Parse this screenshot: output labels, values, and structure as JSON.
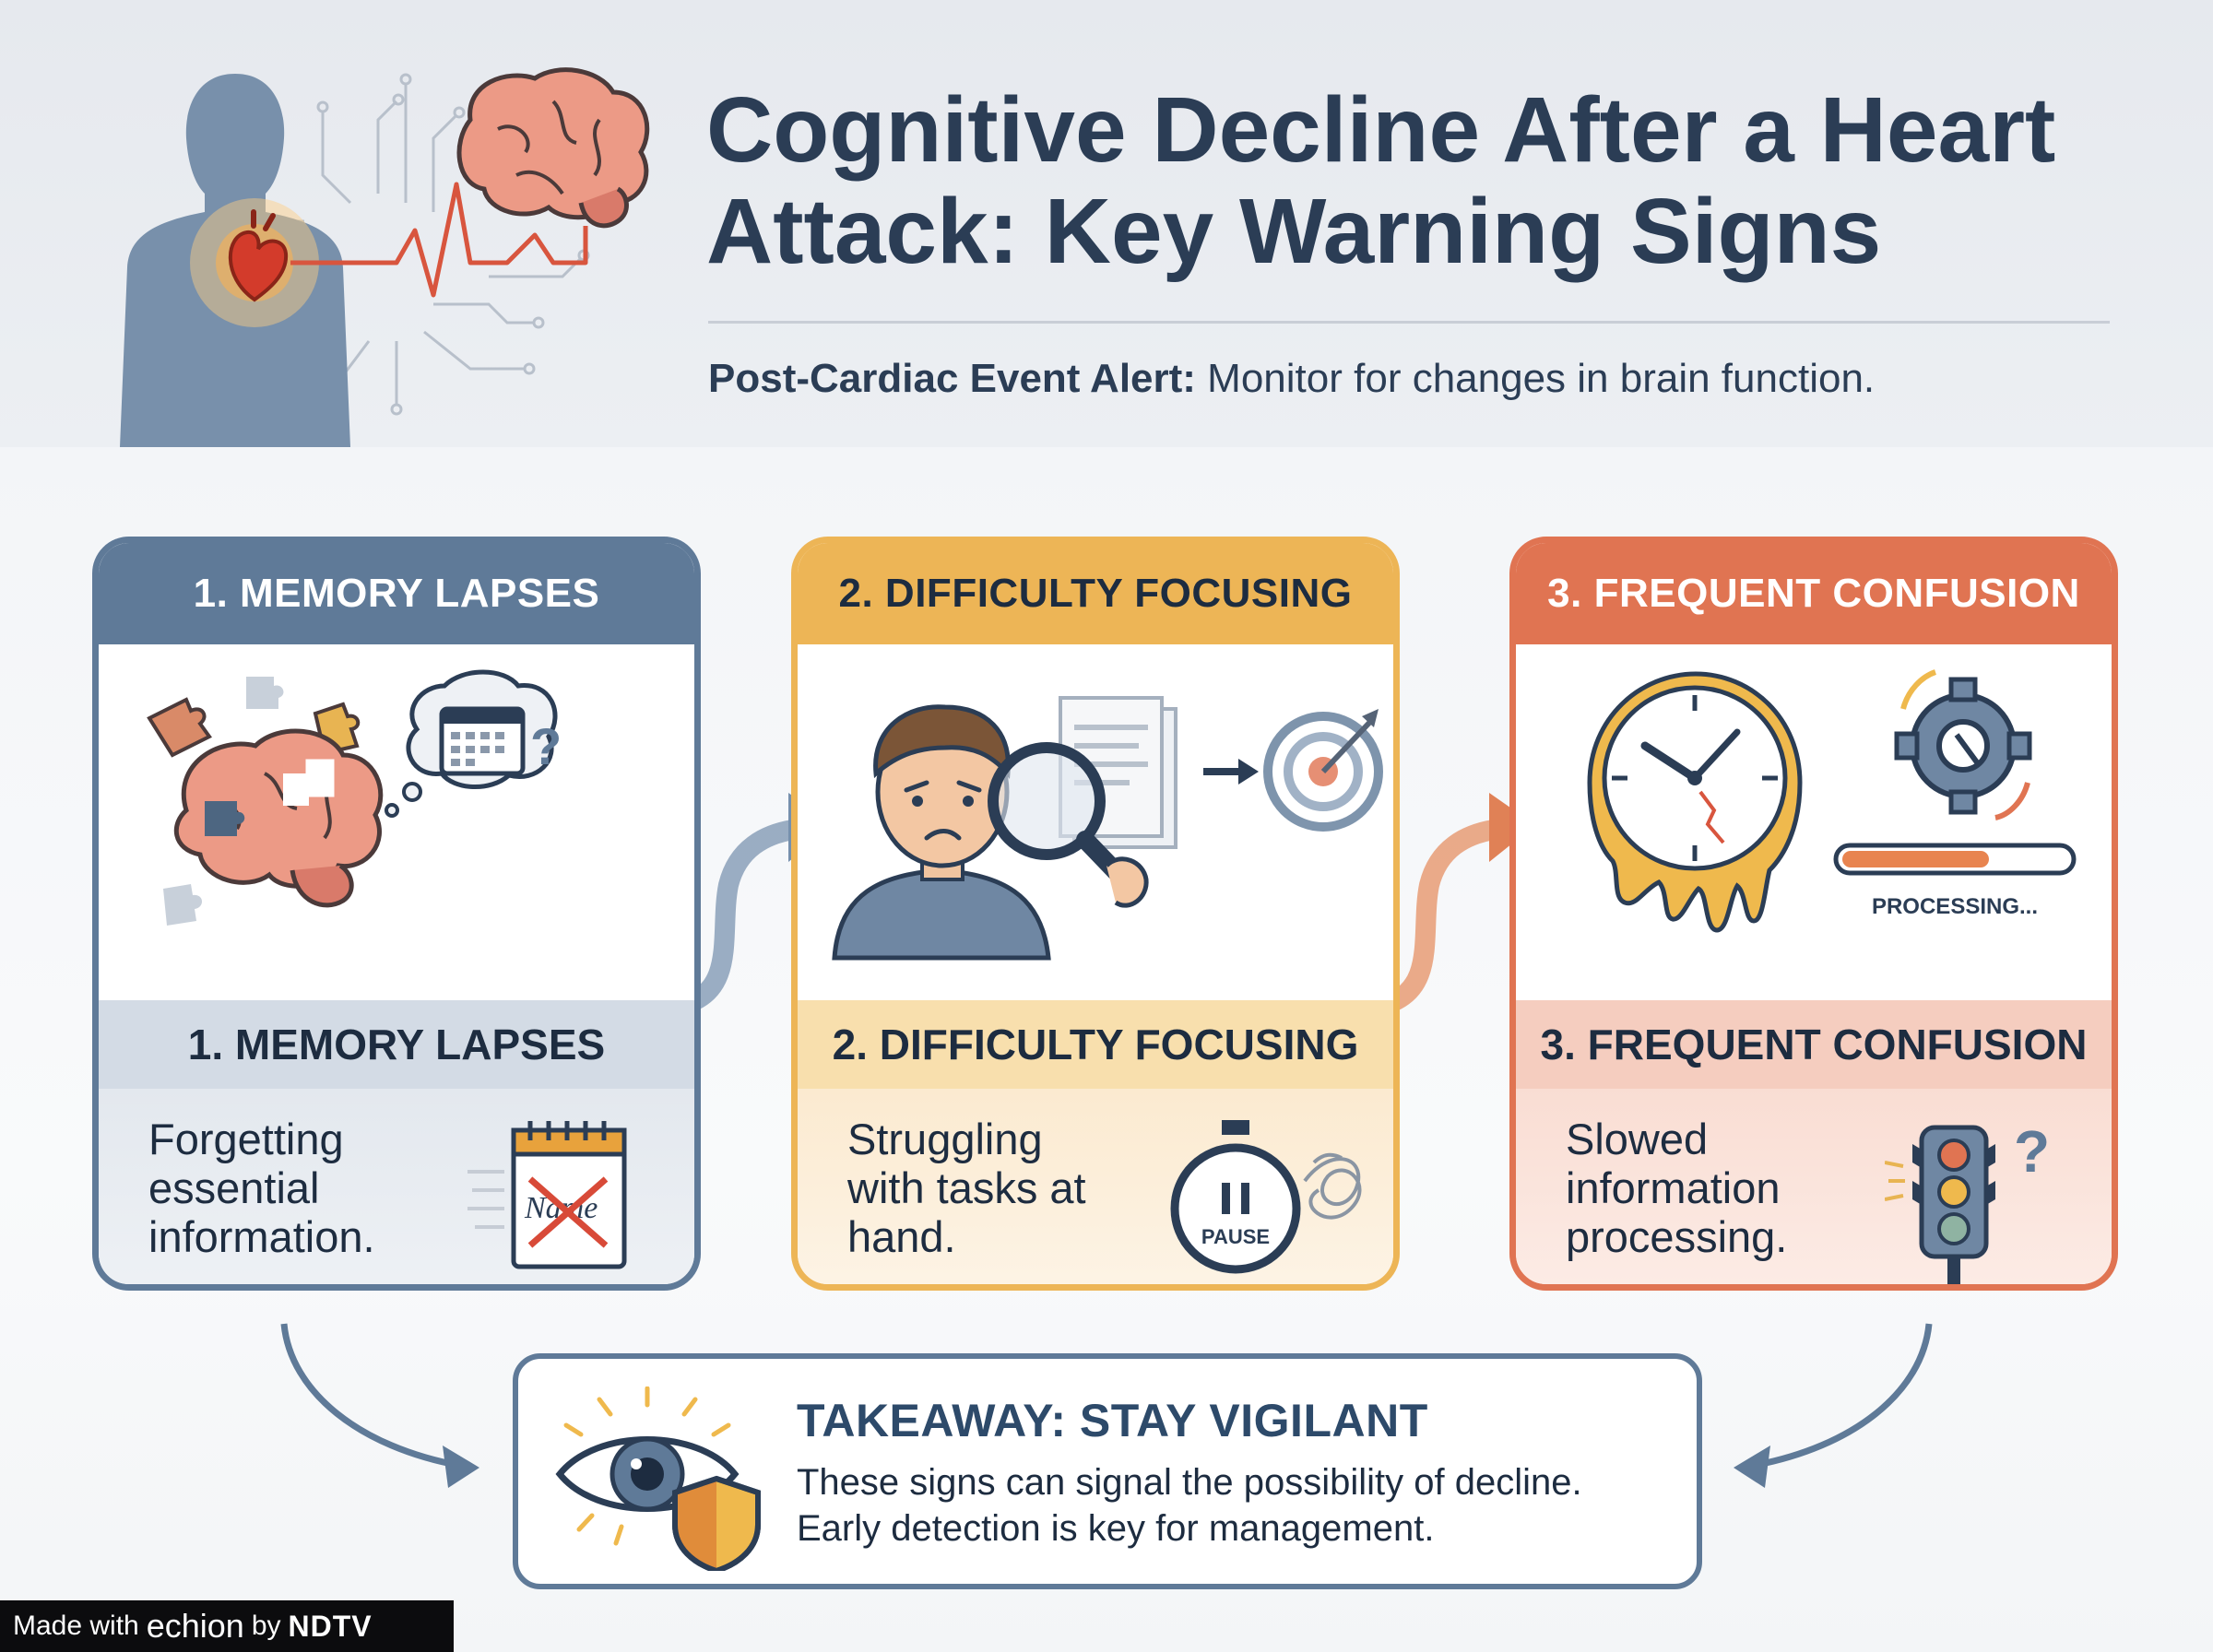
{
  "header": {
    "title_line1": "Cognitive Decline After a Heart",
    "title_line2": "Attack: Key Warning Signs",
    "subtitle_bold": "Post-Cardiac Event Alert:",
    "subtitle_rest": " Monitor for changes in brain function."
  },
  "cards": [
    {
      "head": "1. MEMORY LAPSES",
      "band": "1. MEMORY LAPSES",
      "desc_lines": [
        "Forgetting",
        "essential",
        "information."
      ],
      "note_label": "Name"
    },
    {
      "head": "2. DIFFICULTY FOCUSING",
      "band": "2. DIFFICULTY FOCUSING",
      "desc_lines": [
        "Struggling",
        "with tasks at",
        "hand."
      ],
      "timer_label": "PAUSE"
    },
    {
      "head": "3. FREQUENT CONFUSION",
      "band": "3. FREQUENT CONFUSION",
      "desc_lines": [
        "Slowed",
        "information",
        "processing."
      ],
      "progress_label": "PROCESSING...",
      "progress_value": 0.65
    }
  ],
  "takeaway": {
    "title": "TAKEAWAY: STAY VIGILANT",
    "line1": "These signs can signal the possibility of decline.",
    "line2": "Early detection is key for management."
  },
  "footer": {
    "made_with": "Made with",
    "brand": "echion",
    "by": "by",
    "company": "NDTV"
  },
  "colors": {
    "navy": "#2b3d55",
    "slate_blue": "#5f7a98",
    "amber": "#edb556",
    "coral": "#e07452"
  },
  "icons": [
    "human-silhouette-icon",
    "heart-icon",
    "brain-icon",
    "heartbeat-line-icon",
    "puzzle-piece-icon",
    "thought-bubble-icon",
    "calendar-icon",
    "notepad-icon",
    "worried-person-icon",
    "magnifying-glass-icon",
    "documents-icon",
    "target-icon",
    "stopwatch-icon",
    "tangled-scribble-icon",
    "melting-clock-icon",
    "gear-icon",
    "traffic-light-icon",
    "question-mark-icon",
    "eye-icon",
    "shield-icon",
    "flow-arrow-icon"
  ]
}
